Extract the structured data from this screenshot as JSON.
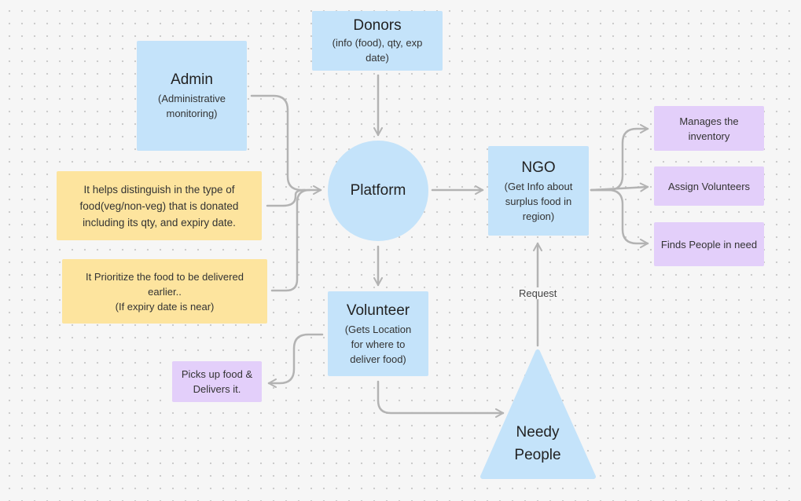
{
  "nodes": {
    "donors": {
      "title": "Donors",
      "subtitle": "(info (food), qty, exp date)"
    },
    "admin": {
      "title": "Admin",
      "subtitle": "(Administrative monitoring)"
    },
    "platform": {
      "title": "Platform"
    },
    "ngo": {
      "title": "NGO",
      "subtitle": "(Get Info about surplus food in region)"
    },
    "volunteer": {
      "title": "Volunteer",
      "subtitle": "(Gets Location for where to deliver food)"
    },
    "needy": {
      "line1": "Needy",
      "line2": "People"
    }
  },
  "notes": {
    "food_type": "It helps distinguish in the type of food(veg/non-veg) that is donated including its qty, and expiry date.",
    "priority_line1": "It Prioritize the food to be delivered earlier..",
    "priority_line2": "(If expiry date is near)",
    "pickup": "Picks up food & Delivers it."
  },
  "ngo_tasks": {
    "manage": "Manages the inventory",
    "assign": "Assign Volunteers",
    "find": "Finds People in need"
  },
  "edge_labels": {
    "request": "Request"
  },
  "colors": {
    "blue": "#c4e3fa",
    "yellow": "#fde49e",
    "purple": "#e3cffa",
    "connector": "#b3b3b3"
  }
}
